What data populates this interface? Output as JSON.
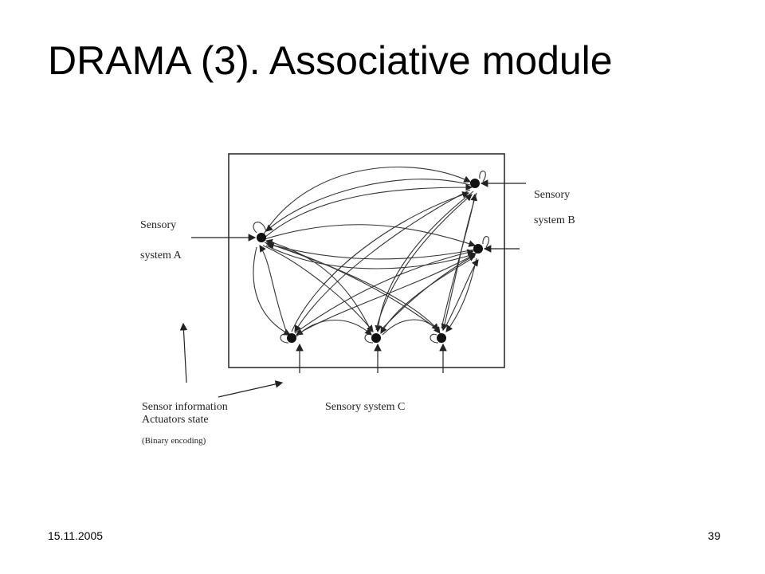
{
  "slide": {
    "title": "DRAMA (3). Associative module",
    "date": "15.11.2005",
    "page_number": "39"
  },
  "diagram": {
    "labels": {
      "sensory_a_line1": "Sensory",
      "sensory_a_line2": "system A",
      "sensory_b_line1": "Sensory",
      "sensory_b_line2": "system B",
      "sensory_c": "Sensory system C",
      "sensor_info": "Sensor information",
      "actuators_state": "Actuators state",
      "binary_encoding": "(Binary encoding)"
    }
  }
}
